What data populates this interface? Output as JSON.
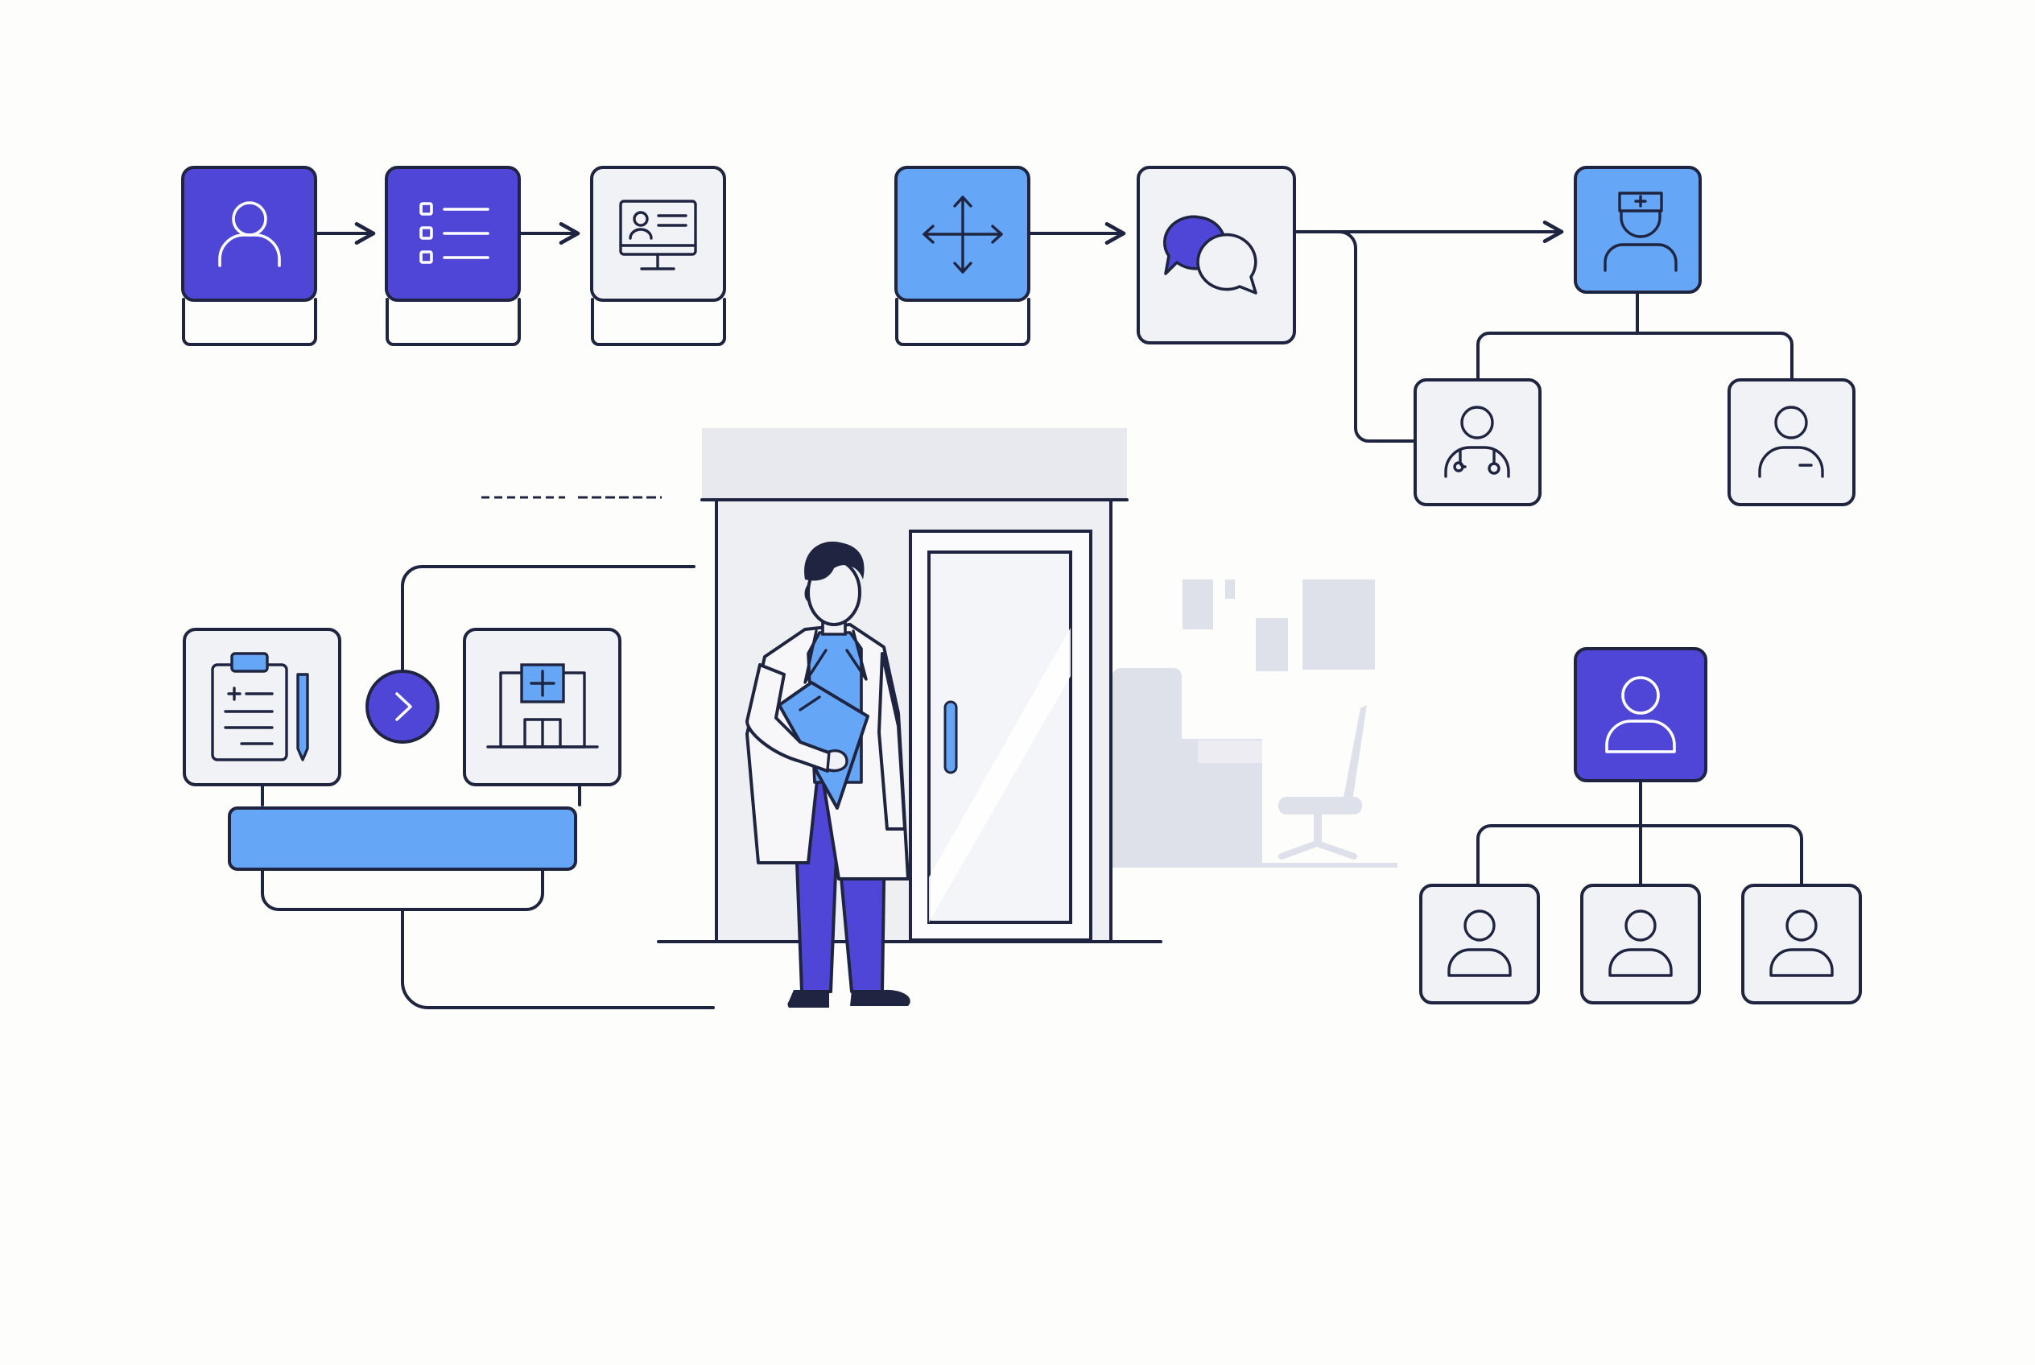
{
  "colors": {
    "background": "#fdfdfc",
    "indigo": "#4f46d8",
    "sky_blue": "#66a6f7",
    "tile_fill": "#f1f2f6",
    "outline": "#1f2540",
    "wall": "#e8e9ef",
    "ghost": "#dfe1ea"
  },
  "flows": {
    "intake": [
      "user-icon",
      "checklist-icon",
      "monitor-profile-icon"
    ],
    "routing": [
      "move-arrows-icon",
      "chat-bubbles-icon",
      "nurse-icon"
    ],
    "care_team": [
      "doctor-stethoscope-icon",
      "patient-icon"
    ],
    "records": [
      "clipboard-pen-icon",
      "chevron-right-icon",
      "hospital-icon"
    ],
    "org": [
      "user-icon",
      "user-icon",
      "user-icon",
      "user-icon"
    ]
  },
  "scene": {
    "character": "doctor-with-tablet",
    "setting": "clinic-doorway",
    "background": "office-desk-chair"
  }
}
